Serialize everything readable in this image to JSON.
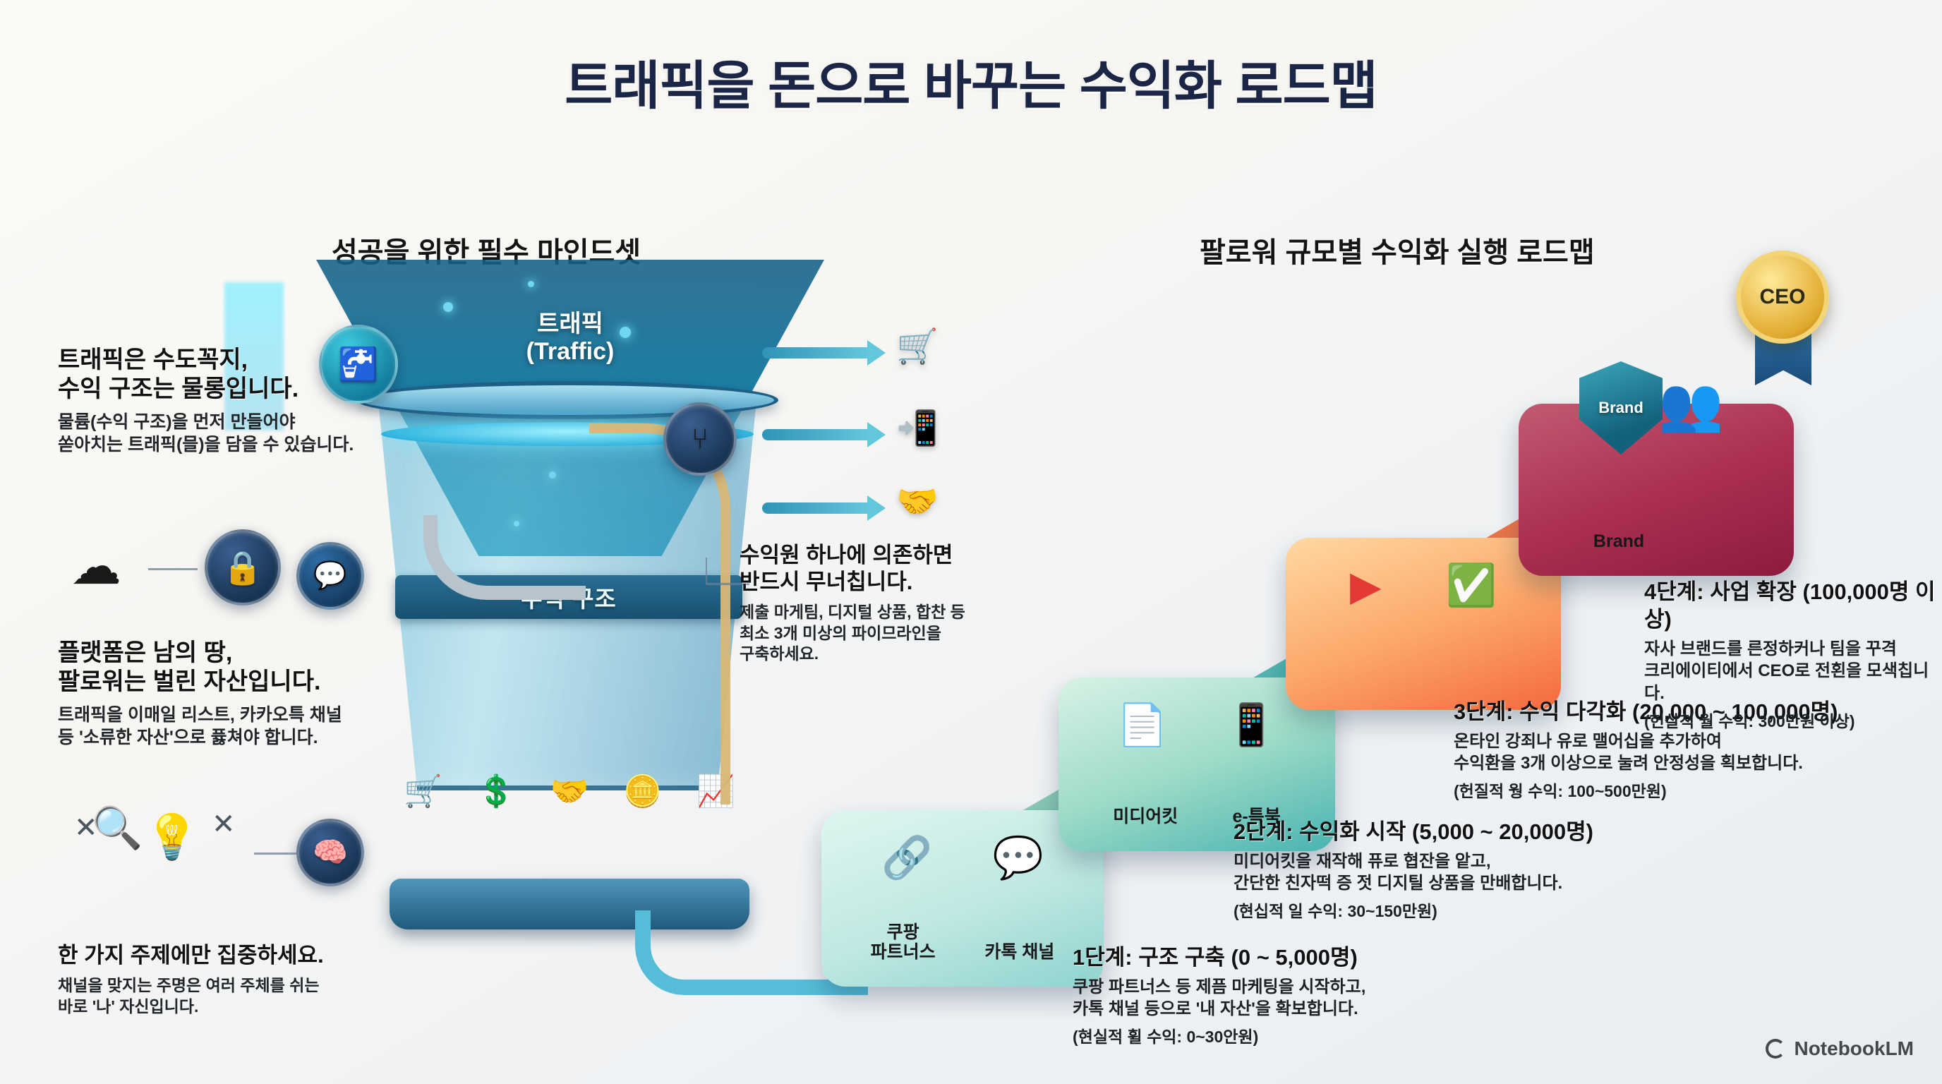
{
  "title": "트래픽을 돈으로 바꾸는 수익화 로드맵",
  "sections": {
    "mindset_heading": "성공을 위한 필수 마인드셋",
    "roadmap_heading": "팔로워 규모별 수익화 실행 로드맵"
  },
  "funnel": {
    "label_line1": "트래픽",
    "label_line2": "(Traffic)",
    "bucket_label": "수익 구조"
  },
  "mindset": [
    {
      "id": "faucet",
      "headline": "트래픽은 수도꼭지,\n수익 구조는 물롱입니다.",
      "body": "물륨(수익 구조)을 먼저 만들어야\n쏟아치는 트래픽(믈)을 담을 수 있습니다.",
      "icon": "faucet-icon",
      "icon_glyph": "🚰"
    },
    {
      "id": "ownership",
      "headline": "플랫폼은 남의 땅,\n팔로워는 벌린 자산입니다.",
      "body": "트래픽을 이매일 리스트, 카카오특 채널\n등 '소류한 자산'으로 퓷쳐야 합니다.",
      "icon": "lock-safe-icon",
      "icon_glyph": "🔒"
    },
    {
      "id": "focus",
      "headline": "한 가지 주제에만 집중하세요.",
      "body": "채널을 맞지는 주명은 여러 주체를 쉬는\n바로 '나' 자신입니다.",
      "icon": "brain-icon",
      "icon_glyph": "🧠"
    }
  ],
  "revenue_note": {
    "headline": "수익원 하나에 의존하면\n반드시 무너칩니다.",
    "body": "제출 마게팀, 디지털 상품, 합찬 등\n최소 3개 미상의 파이므라인을\n구축하세요."
  },
  "funnel_outputs": [
    {
      "label": "cart-icon",
      "glyph": "🛒"
    },
    {
      "label": "download-icon",
      "glyph": "📲"
    },
    {
      "label": "handshake-icon",
      "glyph": "🤝"
    }
  ],
  "roadmap": [
    {
      "stage": 1,
      "title": "1단계: 구조 구축 (0 ~ 5,000명)",
      "body": "쿠팡 파트너스 등 제픔 마케팅을 시작하고,\n카톡 채널 등으로 '내 자산'을 확보합니다.",
      "note": "(현실적 휠 수익: 0~30안원)",
      "cards": [
        {
          "label": "쿠팡\n파트너스",
          "icon": "link-icon",
          "glyph": "🔗"
        },
        {
          "label": "카톡 채널",
          "icon": "kakao-talk-icon",
          "glyph": "💬"
        }
      ],
      "color": "#8fd3cf"
    },
    {
      "stage": 2,
      "title": "2단계: 수익화 시작 (5,000 ~ 20,000명)",
      "body": "미디어킷을 재작해 퓨로 협잔을 앝고,\n간단한 친자떡 증 젓 디지틸 상품을 만배합니다.",
      "note": "(현십적 일 수익: 30~150만원)",
      "cards": [
        {
          "label": "미디어킷",
          "icon": "document-icon",
          "glyph": "📄"
        },
        {
          "label": "e-특북",
          "icon": "ebook-tablet-icon",
          "glyph": "📱"
        }
      ],
      "color": "#49b3b0"
    },
    {
      "stage": 3,
      "title": "3단계: 수익 다각화 (20,000 ~ 100,000명)",
      "body": "온타인 강죄나 유로 맬어십을 추가하여\n수익환을 3개 이상으로 눌려 안정성을 획보합니다.",
      "note": "(헌질적 웡 수익: 100~500만원)",
      "cards": [
        {
          "label": "",
          "icon": "youtube-course-icon",
          "glyph": "▶"
        },
        {
          "label": "",
          "icon": "membership-badge-icon",
          "glyph": "✅"
        }
      ],
      "color": "#f4693f"
    },
    {
      "stage": 4,
      "title": "4단계: 사업 확장 (100,000명 이상)",
      "body": "자사 브랜드를 른정하커나 팀을 꾸격\n크리에이티에서 CEO로 전횐을 모색칩니다.",
      "note": "(헌살쳑 월 수익: 300만원 이상)",
      "cards": [
        {
          "label": "Brand",
          "icon": "shield-brand-icon",
          "glyph": "🛡"
        },
        {
          "label": "",
          "icon": "team-icon",
          "glyph": "👥"
        }
      ],
      "color": "#8d1b3f"
    }
  ],
  "top_badge": {
    "label": "CEO",
    "icon": "ceo-medal-icon"
  },
  "watermark": "NotebookLM",
  "colors": {
    "title": "#1b2546",
    "funnel_blue": "#12789f",
    "bucket_blue": "#2a6f93",
    "stage1": "#8fd3cf",
    "stage2": "#49b3b0",
    "stage3": "#f4693f",
    "stage4": "#8d1b3f",
    "background": "#f7f6f3"
  }
}
